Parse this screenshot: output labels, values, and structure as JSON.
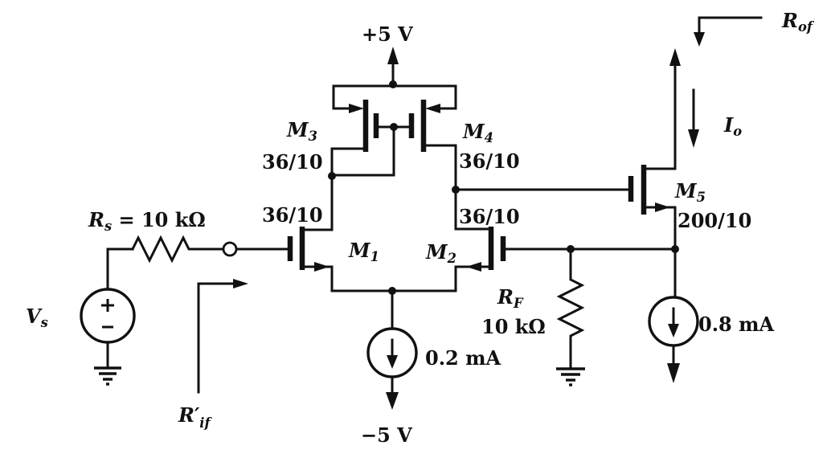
{
  "diagram_type": "circuit-schematic",
  "colors": {
    "ink": "#111111",
    "paper": "#ffffff"
  },
  "supplies": {
    "vdd": "+5 V",
    "vss": "−5 V"
  },
  "components": {
    "m1": {
      "name": "M",
      "sub": "1",
      "size": "36/10"
    },
    "m2": {
      "name": "M",
      "sub": "2",
      "size": "36/10"
    },
    "m3": {
      "name": "M",
      "sub": "3",
      "size": "36/10"
    },
    "m4": {
      "name": "M",
      "sub": "4",
      "size": "36/10"
    },
    "m5": {
      "name": "M",
      "sub": "5",
      "size": "200/10"
    },
    "rs": {
      "name": "R",
      "sub": "s",
      "rest": " = 10 kΩ"
    },
    "vs": {
      "name": "V",
      "sub": "s"
    },
    "rif": {
      "name": "R′",
      "sub": "if"
    },
    "rf": {
      "name": "R",
      "sub": "F",
      "value": "10 kΩ"
    },
    "itail": {
      "value": "0.2 mA"
    },
    "ibias": {
      "value": "0.8 mA"
    },
    "io": {
      "name": "I",
      "sub": "o"
    },
    "rof": {
      "name": "R",
      "sub": "of"
    }
  }
}
